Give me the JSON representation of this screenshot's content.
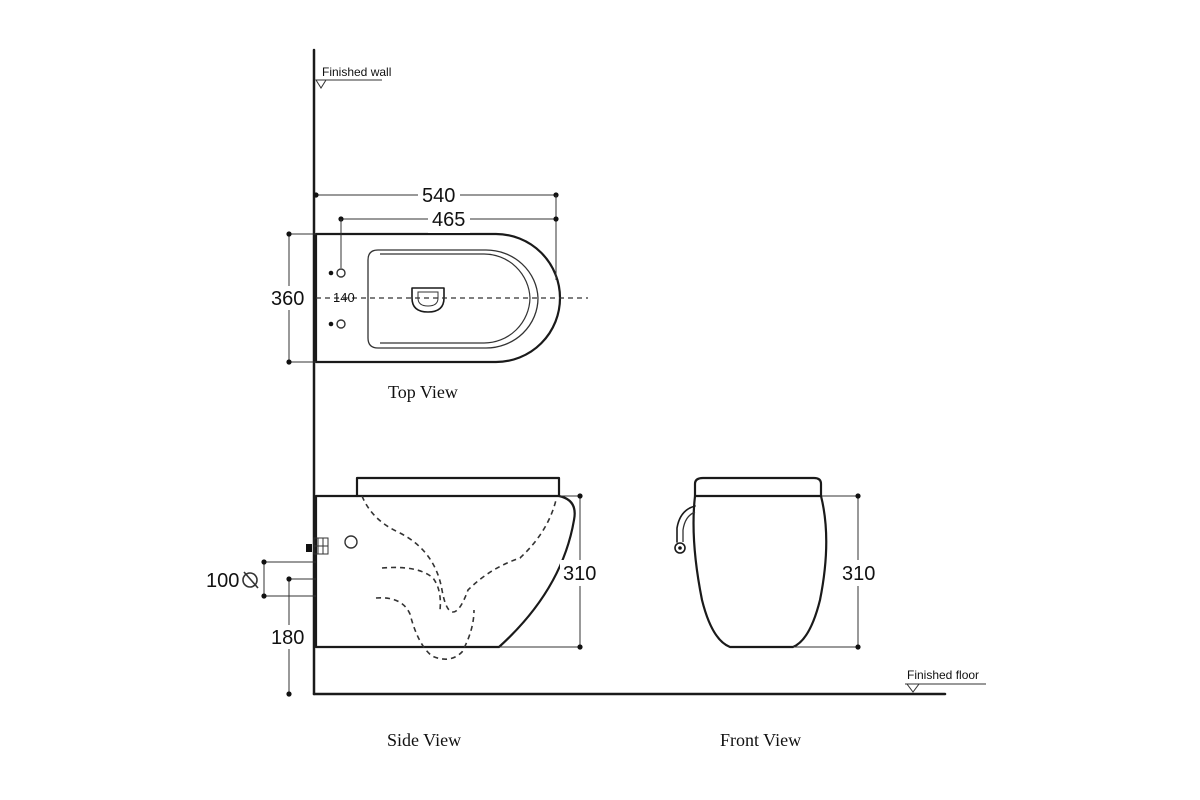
{
  "labels": {
    "finished_wall": "Finished wall",
    "finished_floor": "Finished floor",
    "top_view": "Top View",
    "side_view": "Side View",
    "front_view": "Front View"
  },
  "dimensions": {
    "top_overall_length": "540",
    "top_bowl_length": "465",
    "top_width": "360",
    "top_bolt_spacing": "140",
    "side_height": "310",
    "side_pipe_diameter": "100",
    "side_pipe_height": "180",
    "front_height": "310"
  }
}
